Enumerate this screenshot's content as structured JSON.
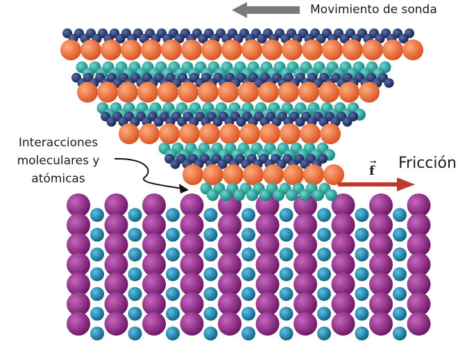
{
  "labels": {
    "probe_motion": "Movimiento de sonda",
    "interactions_line1": "Interacciones",
    "interactions_line2": "moleculares y",
    "interactions_line3": "atómicas",
    "friction": "Fricción",
    "force_symbol": "f"
  },
  "colors": {
    "navy_atom": "#22356e",
    "orange_atom": "#f26a33",
    "teal_atom": "#1aa39a",
    "purple_atom": "#8e2a86",
    "blue_atom": "#1a7fa6",
    "motion_arrow": "#7a7a7a",
    "friction_arrow": "#c0392b",
    "pointer_line": "#111111"
  }
}
